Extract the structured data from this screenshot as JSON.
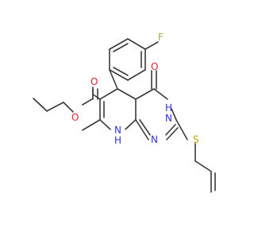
{
  "molecule": {
    "atoms": [
      {
        "id": "F",
        "label": "F",
        "color": "#8fbe3c"
      },
      {
        "id": "O1",
        "label": "O",
        "color": "#e8202a"
      },
      {
        "id": "O2",
        "label": "O",
        "color": "#e8202a"
      },
      {
        "id": "O3",
        "label": "O",
        "color": "#e8202a"
      },
      {
        "id": "N1",
        "label": "N",
        "color": "#2c35d8"
      },
      {
        "id": "H1",
        "label": "H",
        "color": "#2c35d8"
      },
      {
        "id": "N2",
        "label": "N",
        "color": "#2c35d8"
      },
      {
        "id": "N3",
        "label": "N",
        "color": "#2c35d8"
      },
      {
        "id": "H3",
        "label": "H",
        "color": "#2c35d8"
      },
      {
        "id": "S",
        "label": "S",
        "color": "#c9a400"
      }
    ],
    "bond_color": "#3a3a3a"
  }
}
